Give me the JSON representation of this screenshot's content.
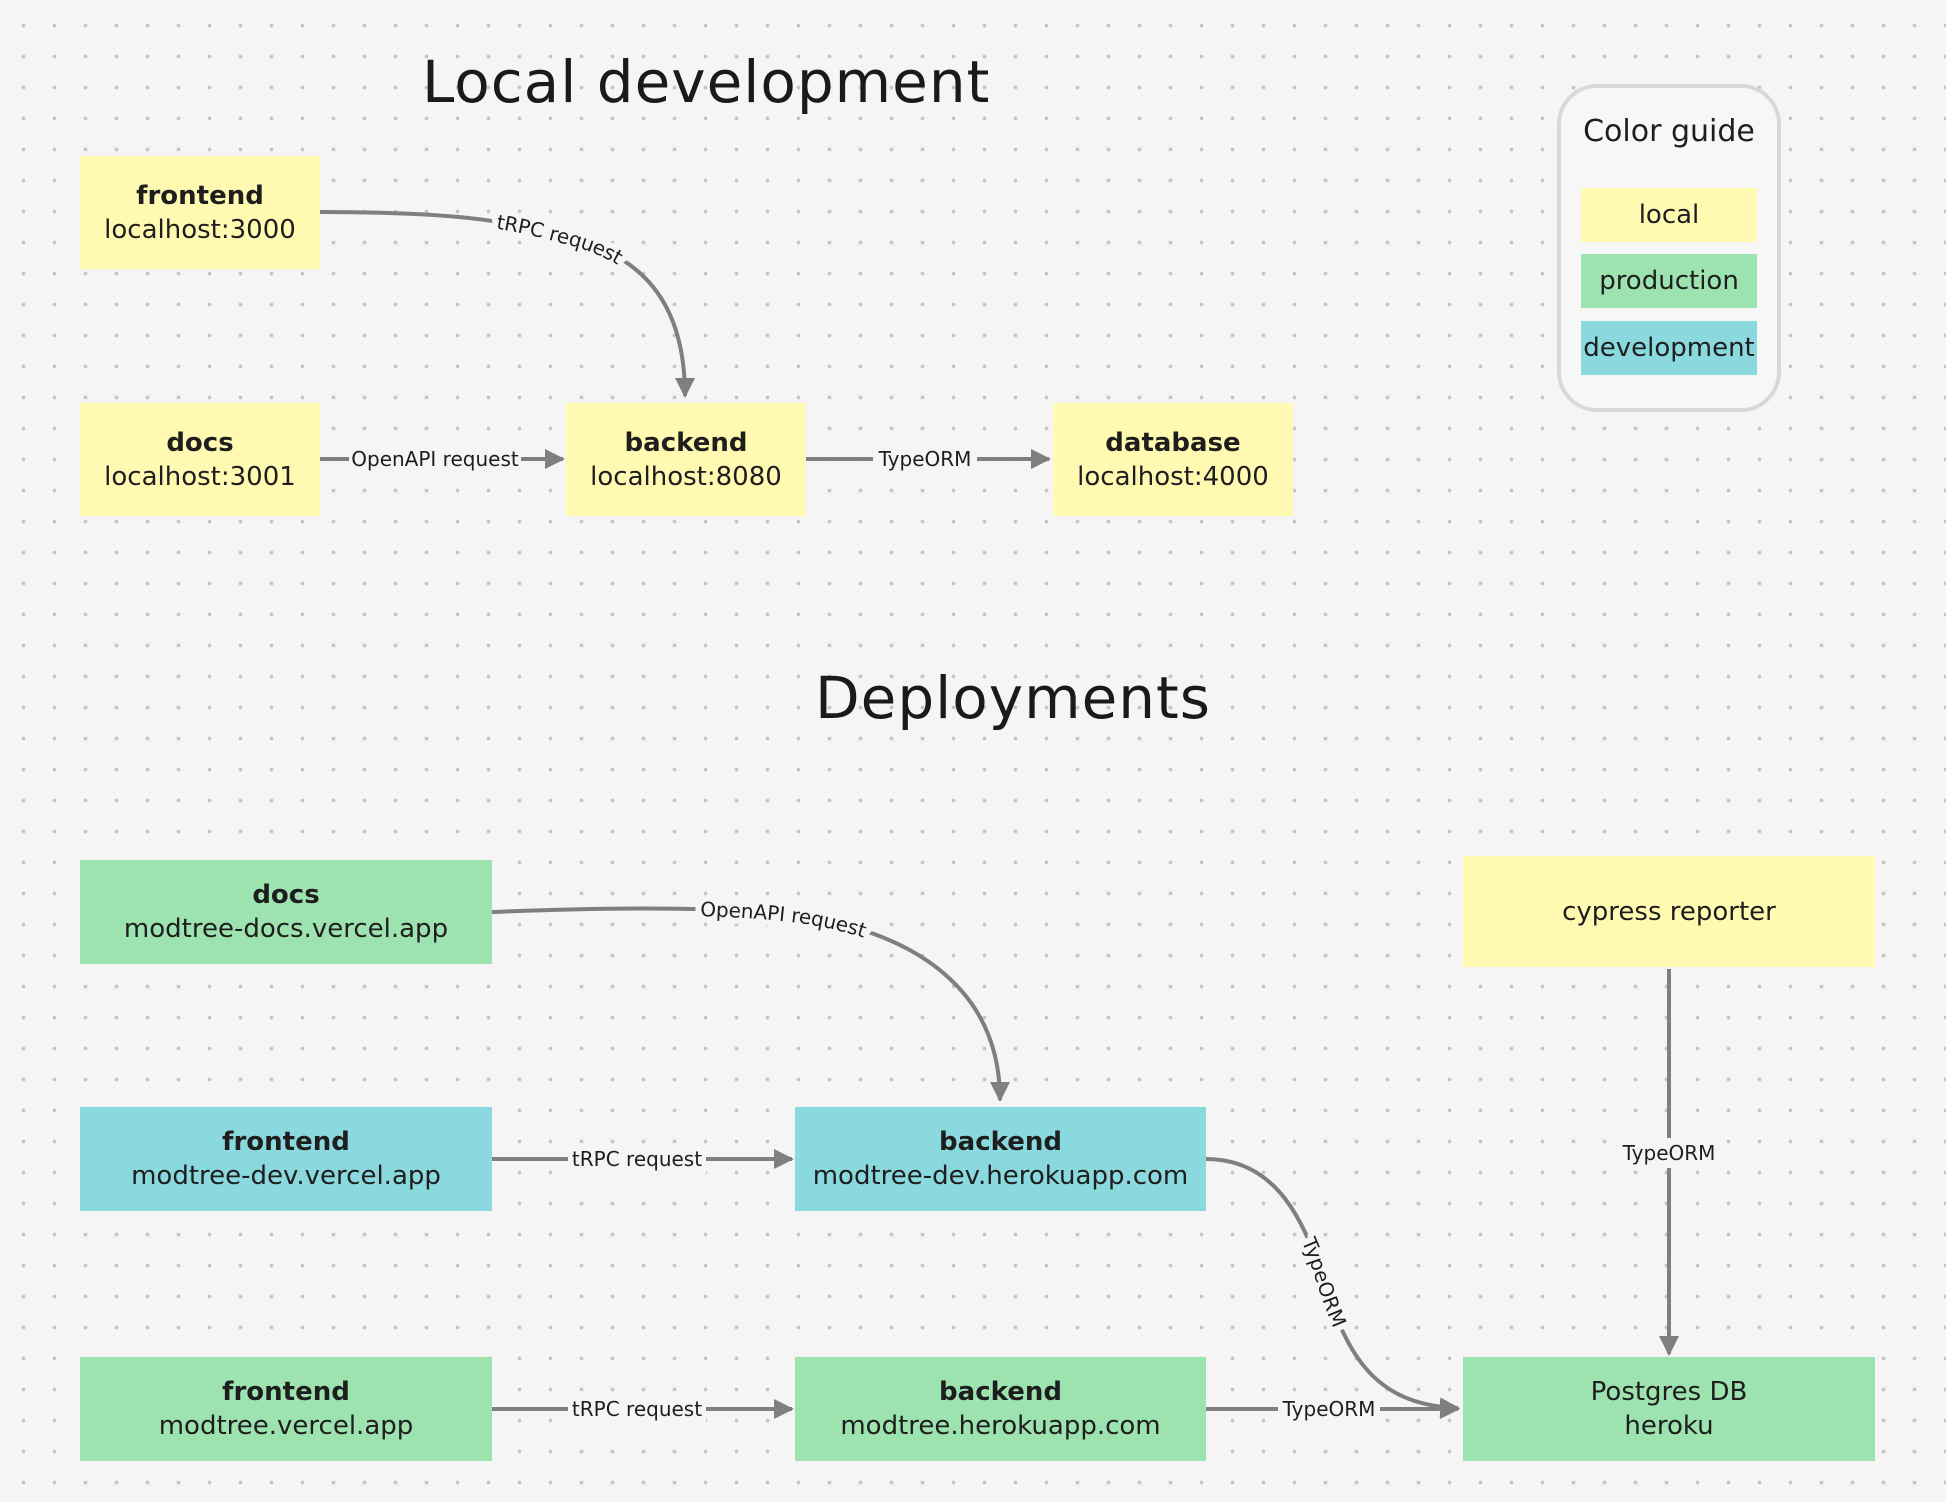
{
  "sections": {
    "local_title": "Local development",
    "deploy_title": "Deployments"
  },
  "legend": {
    "title": "Color guide",
    "items": [
      {
        "label": "local",
        "color": "#fff9b1"
      },
      {
        "label": "production",
        "color": "#9de3b0"
      },
      {
        "label": "development",
        "color": "#8ad9df"
      }
    ]
  },
  "nodes": {
    "local_frontend": {
      "title": "frontend",
      "subtitle": "localhost:3000"
    },
    "local_docs": {
      "title": "docs",
      "subtitle": "localhost:3001"
    },
    "local_backend": {
      "title": "backend",
      "subtitle": "localhost:8080"
    },
    "local_database": {
      "title": "database",
      "subtitle": "localhost:4000"
    },
    "docs": {
      "title": "docs",
      "subtitle": "modtree-docs.vercel.app"
    },
    "dev_frontend": {
      "title": "frontend",
      "subtitle": "modtree-dev.vercel.app"
    },
    "dev_backend": {
      "title": "backend",
      "subtitle": "modtree-dev.herokuapp.com"
    },
    "prod_frontend": {
      "title": "frontend",
      "subtitle": "modtree.vercel.app"
    },
    "prod_backend": {
      "title": "backend",
      "subtitle": "modtree.herokuapp.com"
    },
    "cypress": {
      "title": "",
      "subtitle": "cypress reporter"
    },
    "postgres": {
      "line1": "Postgres DB",
      "line2": "heroku"
    }
  },
  "edges": {
    "local_trpc": "tRPC request",
    "local_openapi": "OpenAPI request",
    "local_typeorm": "TypeORM",
    "docs_openapi": "OpenAPI request",
    "dev_trpc": "tRPC request",
    "prod_trpc": "tRPC request",
    "dev_typeorm": "TypeORM",
    "prod_typeorm": "TypeORM",
    "cypress_typeorm": "TypeORM"
  },
  "colors": {
    "local": "#fff9b1",
    "production": "#9de3b0",
    "development": "#8ad9df",
    "connector": "#7f7f7f"
  }
}
